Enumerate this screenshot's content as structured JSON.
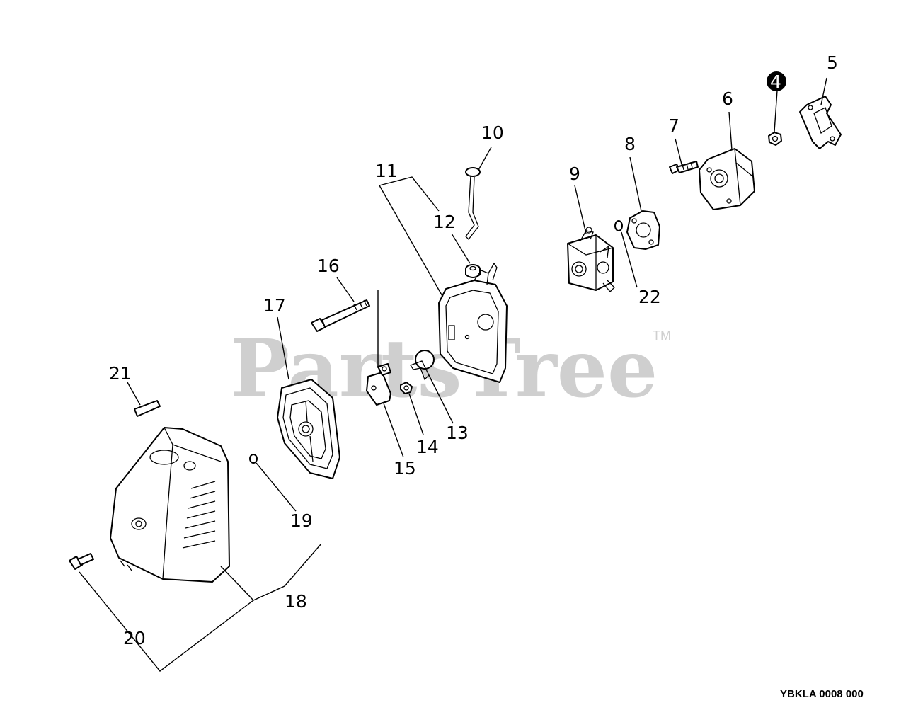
{
  "watermark": {
    "text": "PartsTree",
    "mark": "TM"
  },
  "drawing_code": "YBKLA 0008 000",
  "callouts": {
    "c4": "4",
    "c5": "5",
    "c6": "6",
    "c7": "7",
    "c8": "8",
    "c9": "9",
    "c10": "10",
    "c11": "11",
    "c12": "12",
    "c13": "13",
    "c14": "14",
    "c15": "15",
    "c16": "16",
    "c17": "17",
    "c18": "18",
    "c19": "19",
    "c20": "20",
    "c21": "21",
    "c22": "22"
  },
  "parts": [
    "gasket-5",
    "nut-4",
    "insulator-6",
    "bolt-7",
    "gasket-8",
    "carburetor-9",
    "choke-rod-10",
    "air-cleaner-case-11",
    "grommet-12",
    "choke-plate-13",
    "washer-14",
    "bracket-15",
    "bolt-16",
    "air-filter-17",
    "air-cleaner-cover-18",
    "o-ring-19",
    "screw-20",
    "label-21",
    "o-ring-22"
  ]
}
